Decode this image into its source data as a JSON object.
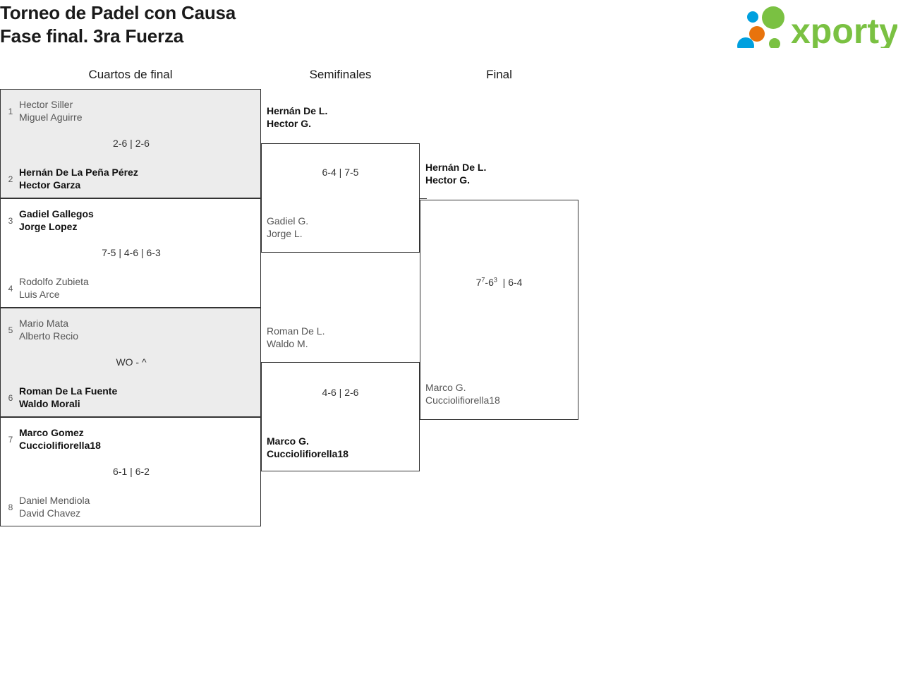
{
  "header": {
    "title_line1": "Torneo de Padel con Causa",
    "title_line2": "Fase final. 3ra Fuerza",
    "logo_text": "xporty",
    "logo_colors": {
      "green": "#7ac142",
      "orange": "#e8730c",
      "blue": "#00a0df"
    }
  },
  "rounds": [
    {
      "key": "quarterfinals",
      "label": "Cuartos de final"
    },
    {
      "key": "semifinals",
      "label": "Semifinales"
    },
    {
      "key": "final",
      "label": "Final"
    }
  ],
  "quarterfinals": [
    {
      "shaded": true,
      "score": "2-6 | 2-6",
      "top": {
        "seed": "1",
        "p1": "Hector Siller",
        "p2": "Miguel Aguirre",
        "winner": false
      },
      "bottom": {
        "seed": "2",
        "p1": "Hernán De La Peña Pérez",
        "p2": "Hector Garza",
        "winner": true
      }
    },
    {
      "shaded": false,
      "score": "7-5 | 4-6 | 6-3",
      "top": {
        "seed": "3",
        "p1": "Gadiel Gallegos",
        "p2": "Jorge Lopez",
        "winner": true
      },
      "bottom": {
        "seed": "4",
        "p1": "Rodolfo Zubieta",
        "p2": "Luis Arce",
        "winner": false
      }
    },
    {
      "shaded": true,
      "score": "WO - ^",
      "top": {
        "seed": "5",
        "p1": "Mario Mata",
        "p2": "Alberto Recio",
        "winner": false
      },
      "bottom": {
        "seed": "6",
        "p1": "Roman De La Fuente",
        "p2": "Waldo Morali",
        "winner": true
      }
    },
    {
      "shaded": false,
      "score": "6-1 | 6-2",
      "top": {
        "seed": "7",
        "p1": "Marco Gomez",
        "p2": "Cucciolifiorella18",
        "winner": true
      },
      "bottom": {
        "seed": "8",
        "p1": "Daniel Mendiola",
        "p2": "David Chavez",
        "winner": false
      }
    }
  ],
  "semifinals": [
    {
      "score": "6-4 | 7-5",
      "top": {
        "p1": "Hernán De L.",
        "p2": "Hector G.",
        "winner": true
      },
      "bottom": {
        "p1": "Gadiel G.",
        "p2": "Jorge L.",
        "winner": false
      }
    },
    {
      "score": "4-6 | 2-6",
      "top": {
        "p1": "Roman De L.",
        "p2": "Waldo M.",
        "winner": false
      },
      "bottom": {
        "p1": "Marco G.",
        "p2": "Cucciolifiorella18",
        "winner": true
      }
    }
  ],
  "final": {
    "score_set1_games": "7",
    "score_set1_tb_top": "7",
    "score_set1_opp": "6",
    "score_set1_tb_bottom": "3",
    "score_set2": "6-4",
    "score_plain": "7⁷-6³ | 6-4",
    "top": {
      "p1": "Hernán De L.",
      "p2": "Hector G.",
      "winner": true
    },
    "bottom": {
      "p1": "Marco G.",
      "p2": "Cucciolifiorella18",
      "winner": false
    }
  }
}
